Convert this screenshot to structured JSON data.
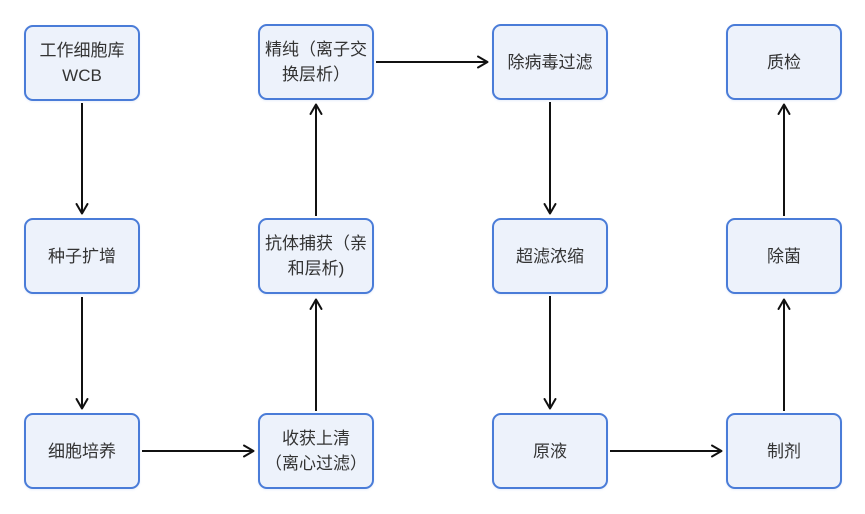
{
  "flowchart": {
    "background_color": "#ffffff",
    "node_fill_color": "#edf2fb",
    "node_border_color": "#4a7cd8",
    "text_color": "#333333",
    "arrow_color": "#111111",
    "nodes": [
      {
        "id": "wcb",
        "line1": "工作细胞库",
        "line2": "WCB"
      },
      {
        "id": "seed",
        "line1": "种子扩增"
      },
      {
        "id": "culture",
        "line1": "细胞培养"
      },
      {
        "id": "refine",
        "line1": "精纯（离子交",
        "line2": "换层析）"
      },
      {
        "id": "capture",
        "line1": "抗体捕获（亲",
        "line2": "和层析)"
      },
      {
        "id": "harvest",
        "line1": "收获上清",
        "line2": "（离心过滤）"
      },
      {
        "id": "virus",
        "line1": "除病毒过滤"
      },
      {
        "id": "uf",
        "line1": "超滤浓缩"
      },
      {
        "id": "bulk",
        "line1": "原液"
      },
      {
        "id": "qc",
        "line1": "质检"
      },
      {
        "id": "sterile",
        "line1": "除菌"
      },
      {
        "id": "form",
        "line1": "制剂"
      }
    ],
    "edges": [
      {
        "from": "wcb",
        "to": "seed",
        "direction": "down"
      },
      {
        "from": "seed",
        "to": "culture",
        "direction": "down"
      },
      {
        "from": "culture",
        "to": "harvest",
        "direction": "right"
      },
      {
        "from": "harvest",
        "to": "capture",
        "direction": "up"
      },
      {
        "from": "capture",
        "to": "refine",
        "direction": "up"
      },
      {
        "from": "refine",
        "to": "virus",
        "direction": "right"
      },
      {
        "from": "virus",
        "to": "uf",
        "direction": "down"
      },
      {
        "from": "uf",
        "to": "bulk",
        "direction": "down"
      },
      {
        "from": "bulk",
        "to": "form",
        "direction": "right"
      },
      {
        "from": "form",
        "to": "sterile",
        "direction": "up"
      },
      {
        "from": "sterile",
        "to": "qc",
        "direction": "up"
      }
    ]
  }
}
